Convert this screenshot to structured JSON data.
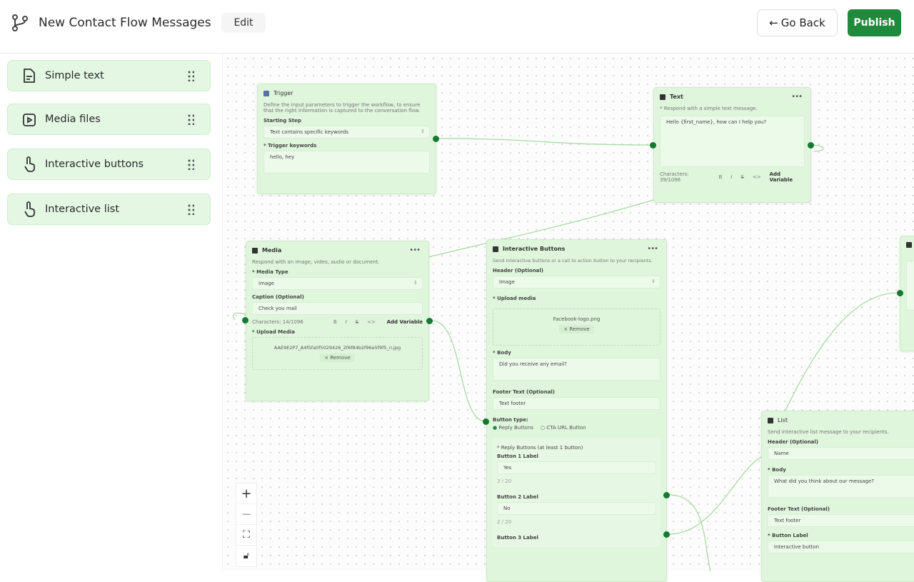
{
  "header": {
    "title": "New Contact Flow Messages",
    "edit_label": "Edit",
    "back_label": "Go Back",
    "publish_label": "Publish"
  },
  "sidebar": {
    "items": [
      {
        "label": "Simple text",
        "icon": "file-text-icon"
      },
      {
        "label": "Media files",
        "icon": "media-icon"
      },
      {
        "label": "Interactive buttons",
        "icon": "pointer-icon"
      },
      {
        "label": "Interactive list",
        "icon": "pointer-icon"
      }
    ]
  },
  "nodes": {
    "trigger": {
      "title": "Trigger",
      "desc": "Define the input parameters to trigger the workflow, to ensure that the right information is captured to the conversation flow.",
      "start_label": "Starting Step",
      "start_value": "Text contains specific keywords",
      "kw_label": "* Trigger keywords",
      "kw_value": "hello, hey"
    },
    "text": {
      "title": "Text",
      "desc": "* Respond with a simple text message.",
      "body": "Hello {first_name}, how can I help you?",
      "chars": "Characters: 39/1096",
      "add_var": "Add Variable"
    },
    "media": {
      "title": "Media",
      "desc": "Respond with an image, video, audio or document.",
      "type_label": "* Media Type",
      "type_value": "Image",
      "caption_label": "Caption (Optional)",
      "caption_value": "Check you mail",
      "chars": "Characters: 14/1096",
      "add_var": "Add Variable",
      "upload_label": "* Upload Media",
      "file": "AAE9E2P7_A4f5fa0f5029426_2f6f84b2f96e5f9f5_n.jpg",
      "remove": "Remove"
    },
    "buttons": {
      "title": "Interactive Buttons",
      "desc": "Send interactive buttons or a call to action button to your recipients.",
      "header_label": "Header (Optional)",
      "header_value": "Image",
      "upload_label": "* Upload media",
      "file": "Facebook-logo.png",
      "remove": "Remove",
      "body_label": "* Body",
      "body_value": "Did you receive any email?",
      "footer_label": "Footer Text (Optional)",
      "footer_value": "Text footer",
      "type_label": "Button type:",
      "type_opt1": "Reply Buttons",
      "type_opt2": "CTA URL Button",
      "reply_label": "* Reply Buttons (at least 1 button)",
      "b1_label": "Button 1 Label",
      "b1_value": "Yes",
      "b1_count": "3 / 20",
      "b2_label": "Button 2 Label",
      "b2_value": "No",
      "b2_count": "2 / 20",
      "b3_label": "Button 3 Label"
    },
    "list": {
      "title": "List",
      "desc": "Send interactive list message to your recipients.",
      "header_label": "Header (Optional)",
      "header_value": "Name",
      "body_label": "* Body",
      "body_value": "What did you think about our message?",
      "footer_label": "Footer Text (Optional)",
      "footer_value": "Text footer",
      "btn_label": "* Button Label",
      "btn_value": "Interactive button"
    }
  },
  "zoom_controls": [
    "+",
    "−",
    "⛶",
    "lock"
  ],
  "colors": {
    "accent": "#1f8a3b",
    "node_bg": "#dff5dc",
    "palette_bg": "#e3f7e3"
  }
}
